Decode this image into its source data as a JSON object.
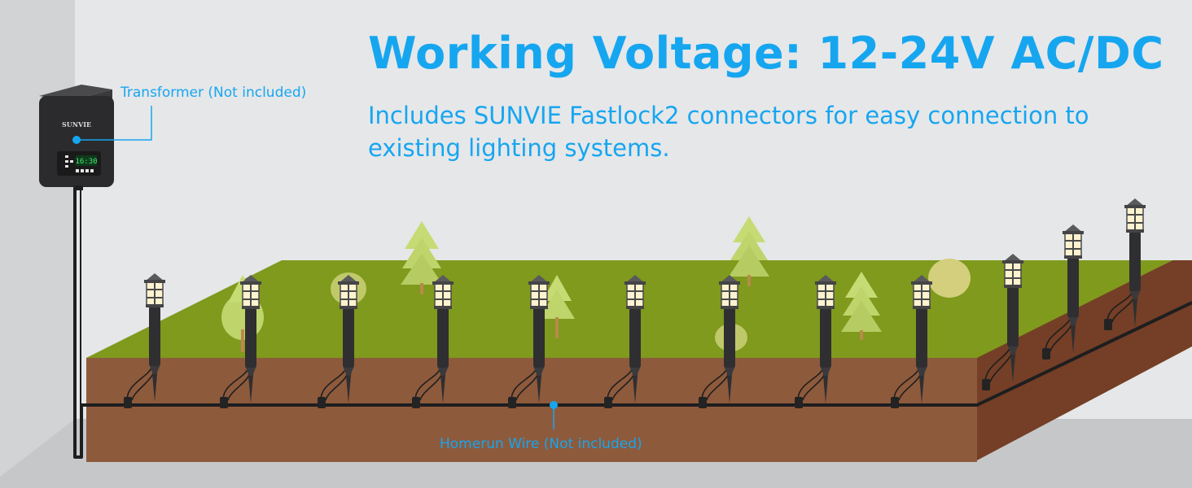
{
  "headline": "Working Voltage: 12-24V AC/DC",
  "subheadline": "Includes SUNVIE Fastlock2 connectors for easy connection to existing lighting systems.",
  "transformer": {
    "label": "Transformer (Not included)",
    "brand": "SUNVIE",
    "display": "16:30"
  },
  "wire_label": "Homerun Wire (Not included)",
  "colors": {
    "accent": "#16a6f0",
    "grass": "#7f9a1c",
    "soil": "#8e5a3c",
    "wall": "#e6e7e9",
    "floor": "#c6c7c9",
    "fixture": "#2f2f31",
    "lamp_glow": "#fff3cf",
    "tree": "#bfd46b"
  },
  "icons": {
    "fixture": "path-light-icon",
    "tree": "tree-icon",
    "bush": "bush-icon",
    "connector": "connector-icon"
  }
}
